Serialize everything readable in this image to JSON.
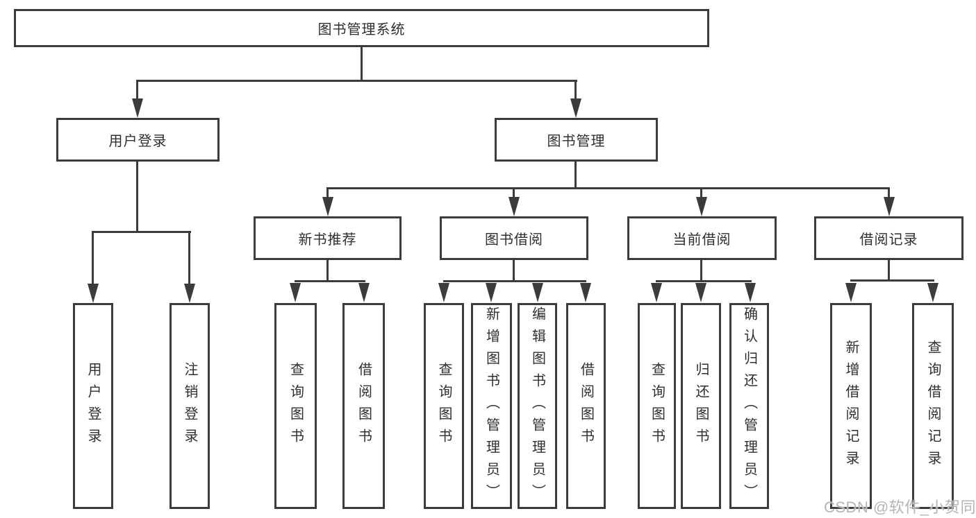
{
  "diagram": {
    "root": {
      "label": "图书管理系统"
    },
    "branches": [
      {
        "label": "用户登录",
        "children": [
          {
            "label": "用户登录"
          },
          {
            "label": "注销登录"
          }
        ]
      },
      {
        "label": "图书管理",
        "children": [
          {
            "label": "新书推荐",
            "children": [
              {
                "label": "查询图书"
              },
              {
                "label": "借阅图书"
              }
            ]
          },
          {
            "label": "图书借阅",
            "children": [
              {
                "label": "查询图书"
              },
              {
                "label": "新增图书（管理员）"
              },
              {
                "label": "编辑图书（管理员）"
              },
              {
                "label": "借阅图书"
              }
            ]
          },
          {
            "label": "当前借阅",
            "children": [
              {
                "label": "查询图书"
              },
              {
                "label": "归还图书"
              },
              {
                "label": "确认归还（管理员）"
              }
            ]
          },
          {
            "label": "借阅记录",
            "children": [
              {
                "label": "新增借阅记录"
              },
              {
                "label": "查询借阅记录"
              }
            ]
          }
        ]
      }
    ],
    "watermark": "CSDN @软件_小贺同学",
    "colors": {
      "line": "#3b3b3c",
      "text": "#2f2f2f",
      "watermark": "#b5b5b5",
      "background": "#ffffff"
    }
  }
}
